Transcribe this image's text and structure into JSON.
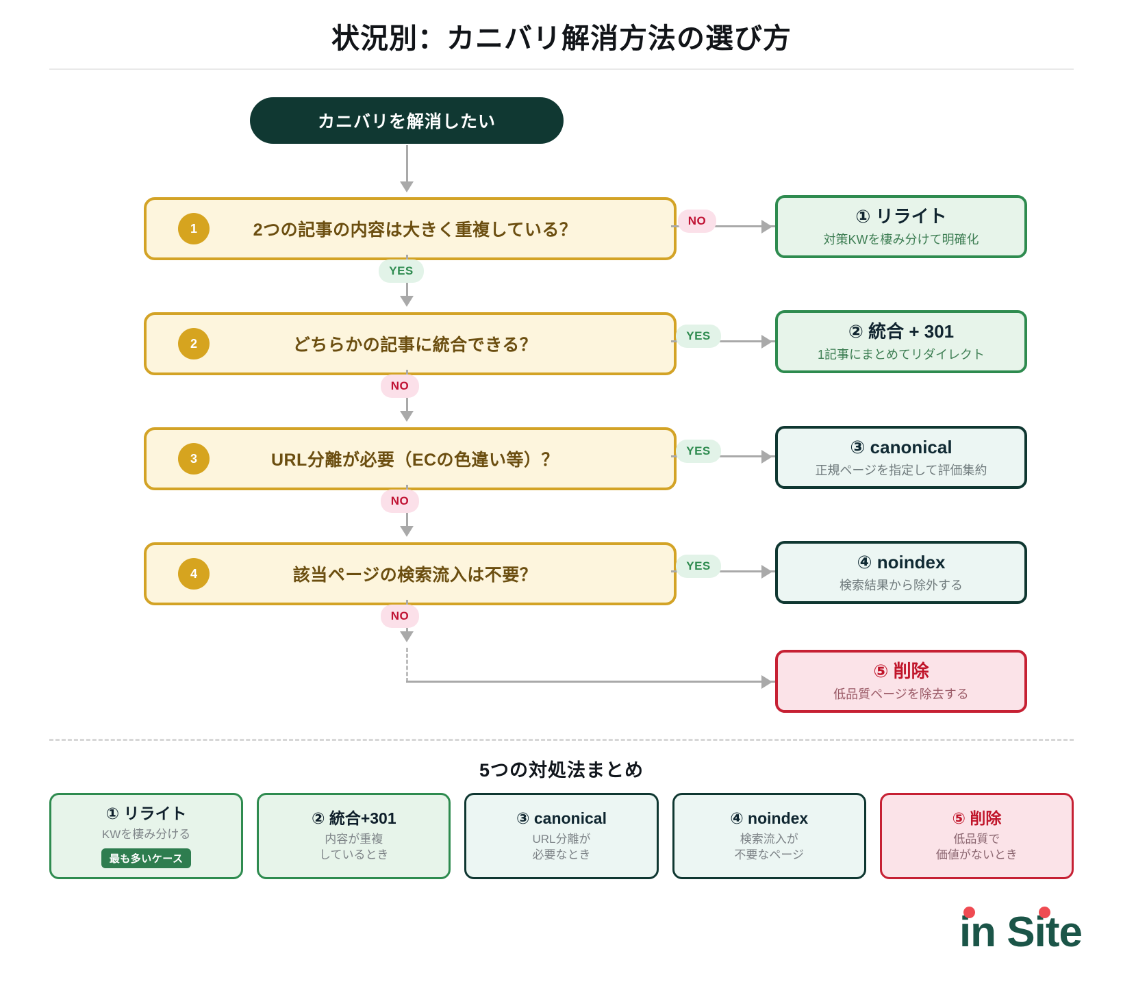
{
  "header": {
    "title": "状況別：カニバリ解消方法の選び方"
  },
  "flow": {
    "start_label": "カニバリを解消したい",
    "steps": [
      {
        "number": "1",
        "question": "2つの記事の内容は大きく重複している？",
        "branch_out_label": "NO",
        "branch_down_label": "YES",
        "result": {
          "title": "① リライト",
          "subtitle": "対策KWを棲み分けて明確化",
          "style": "green"
        }
      },
      {
        "number": "2",
        "question": "どちらかの記事に統合できる？",
        "branch_out_label": "YES",
        "branch_down_label": "NO",
        "result": {
          "title": "② 統合 + 301",
          "subtitle": "1記事にまとめてリダイレクト",
          "style": "green"
        }
      },
      {
        "number": "3",
        "question": "URL分離が必要（ECの色違い等）？",
        "branch_out_label": "YES",
        "branch_down_label": "NO",
        "result": {
          "title": "③ canonical",
          "subtitle": "正規ページを指定して評価集約",
          "style": "teal"
        }
      },
      {
        "number": "4",
        "question": "該当ページの検索流入は不要？",
        "branch_out_label": "YES",
        "branch_down_label": "NO",
        "result": {
          "title": "④ noindex",
          "subtitle": "検索結果から除外する",
          "style": "teal"
        }
      }
    ],
    "final_result": {
      "title": "⑤ 削除",
      "subtitle": "低品質ページを除去する",
      "style": "red"
    }
  },
  "summary": {
    "heading": "5つの対処法まとめ",
    "cards": [
      {
        "title": "① リライト",
        "subtitle_lines": [
          "KWを棲み分ける"
        ],
        "badge": "最も多いケース",
        "style": "green"
      },
      {
        "title": "② 統合+301",
        "subtitle_lines": [
          "内容が重複",
          "しているとき"
        ],
        "badge": "",
        "style": "green"
      },
      {
        "title": "③ canonical",
        "subtitle_lines": [
          "URL分離が",
          "必要なとき"
        ],
        "badge": "",
        "style": "teal"
      },
      {
        "title": "④ noindex",
        "subtitle_lines": [
          "検索流入が",
          "不要なページ"
        ],
        "badge": "",
        "style": "teal"
      },
      {
        "title": "⑤ 削除",
        "subtitle_lines": [
          "低品質で",
          "価値がないとき"
        ],
        "badge": "",
        "style": "red"
      }
    ]
  },
  "logo": {
    "text_in": "in",
    "text_site": "Site"
  },
  "colors": {
    "dark_green": "#103832",
    "amber": "#d3a326",
    "question_fill": "#fdf5dd",
    "green": "#2e8b4f",
    "teal": "#0f3731",
    "red": "#c62033",
    "no_badge_bg": "#fbe0e9",
    "yes_badge_bg": "#e2f3e8",
    "connector": "#a9a9a9",
    "logo_dot": "#ef4b52"
  }
}
